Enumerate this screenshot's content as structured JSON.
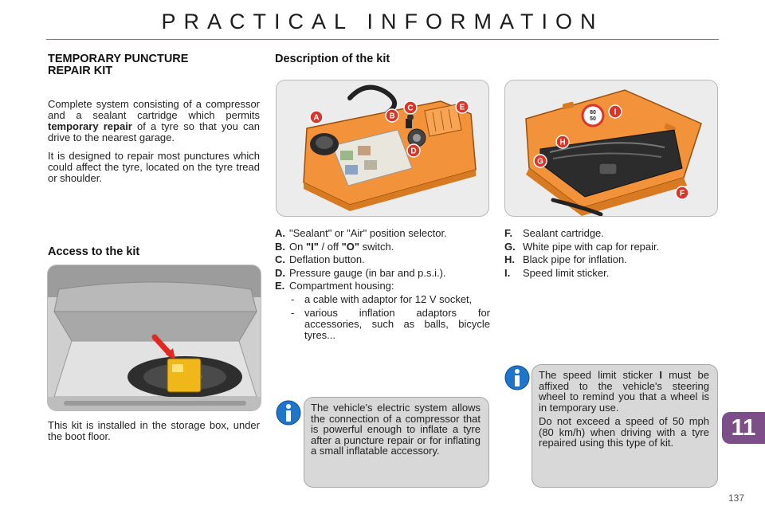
{
  "header": {
    "title": "PRACTICAL INFORMATION"
  },
  "left": {
    "heading": "TEMPORARY PUNCTURE REPAIR KIT",
    "para1_a": "Complete system consisting of a compressor and a sealant cartridge which permits ",
    "para1_bold": "temporary repair",
    "para1_b": " of a tyre so that you can drive to the nearest garage.",
    "para2": "It is designed to repair most punctures which could affect the tyre, located on the tyre tread or shoulder.",
    "access_heading": "Access to the kit",
    "access_text": "This kit is installed in the storage box, under the boot floor."
  },
  "kit": {
    "heading": "Description of the kit",
    "callouts_left": [
      "A",
      "B",
      "C",
      "D",
      "E"
    ],
    "callouts_right": [
      "I",
      "H",
      "G",
      "F"
    ],
    "sticker_values": [
      "80",
      "50"
    ]
  },
  "legend_left": [
    {
      "key": "A.",
      "text": "\"Sealant\" or \"Air\" position selector."
    },
    {
      "key": "B.",
      "pre": "On ",
      "b1": "\"I\"",
      "mid": " / off ",
      "b2": "\"O\"",
      "post": " switch."
    },
    {
      "key": "C.",
      "text": "Deflation button."
    },
    {
      "key": "D.",
      "text": "Pressure gauge (in bar and p.s.i.)."
    },
    {
      "key": "E.",
      "text": "Compartment housing:"
    }
  ],
  "legend_sub": [
    {
      "dash": "-",
      "text": "a cable with adaptor for 12 V socket,"
    },
    {
      "dash": "-",
      "text": "various inflation adaptors for accessories, such as balls, bicycle tyres..."
    }
  ],
  "legend_right": [
    {
      "key": "F.",
      "text": "Sealant cartridge."
    },
    {
      "key": "G.",
      "text": "White pipe with cap for repair."
    },
    {
      "key": "H.",
      "text": "Black pipe for inflation."
    },
    {
      "key": "I.",
      "text": "Speed limit sticker."
    }
  ],
  "info1": {
    "text": "The vehicle's electric system allows the connection of a compressor that is powerful enough to inflate a tyre after a puncture repair or for inflating a small inflatable accessory."
  },
  "info2": {
    "p1_a": "The speed limit sticker ",
    "p1_bold": "I",
    "p1_b": " must be affixed to the vehicle's steering wheel to remind you that a wheel is in temporary use.",
    "p2": "Do not exceed a speed of 50 mph (80 km/h) when driving with a tyre repaired using this type of kit."
  },
  "footer": {
    "chapter": "11",
    "page": "137"
  },
  "colors": {
    "accent": "#7d4f88",
    "callout": "#d9362b",
    "kit_orange": "#f2923a"
  }
}
